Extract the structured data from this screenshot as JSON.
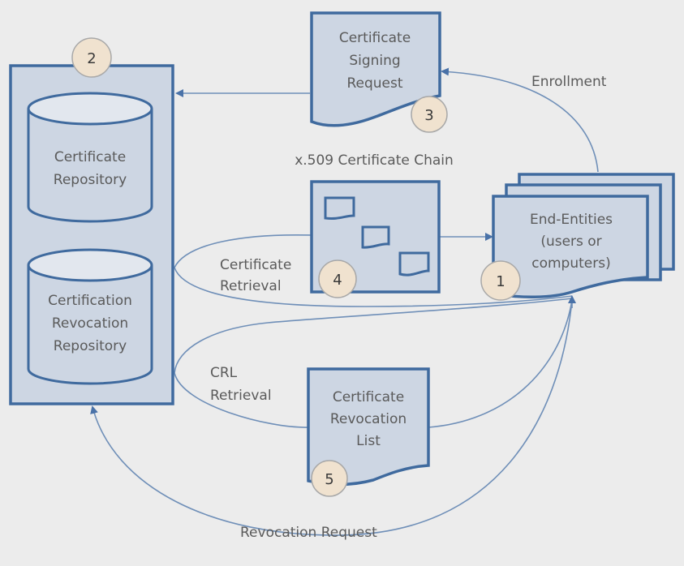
{
  "diagram": {
    "title": "PKI components and certificate lifecycle",
    "colors": {
      "background": "#ececec",
      "node_fill": "#cdd6e3",
      "node_stroke": "#3f6a9e",
      "connector": "#6f8fb8",
      "badge_fill": "#f0e2cf",
      "text": "#5a5a5a"
    },
    "nodes": {
      "repository_container": {
        "badge": "2",
        "certificate_repository": [
          "Certificate",
          "Repository"
        ],
        "revocation_repository": [
          "Certification",
          "Revocation",
          "Repository"
        ]
      },
      "csr": {
        "lines": [
          "Certificate",
          "Signing",
          "Request"
        ],
        "badge": "3"
      },
      "chain": {
        "caption": "x.509 Certificate Chain",
        "badge": "4"
      },
      "end_entities": {
        "lines": [
          "End-Entities",
          "(users or",
          "computers)"
        ],
        "badge": "1"
      },
      "crl": {
        "lines": [
          "Certificate",
          "Revocation",
          "List"
        ],
        "badge": "5"
      }
    },
    "edges": {
      "enrollment": "Enrollment",
      "certificate_retrieval": [
        "Certificate",
        "Retrieval"
      ],
      "crl_retrieval": [
        "CRL",
        "Retrieval"
      ],
      "revocation_request": "Revocation Request"
    }
  }
}
